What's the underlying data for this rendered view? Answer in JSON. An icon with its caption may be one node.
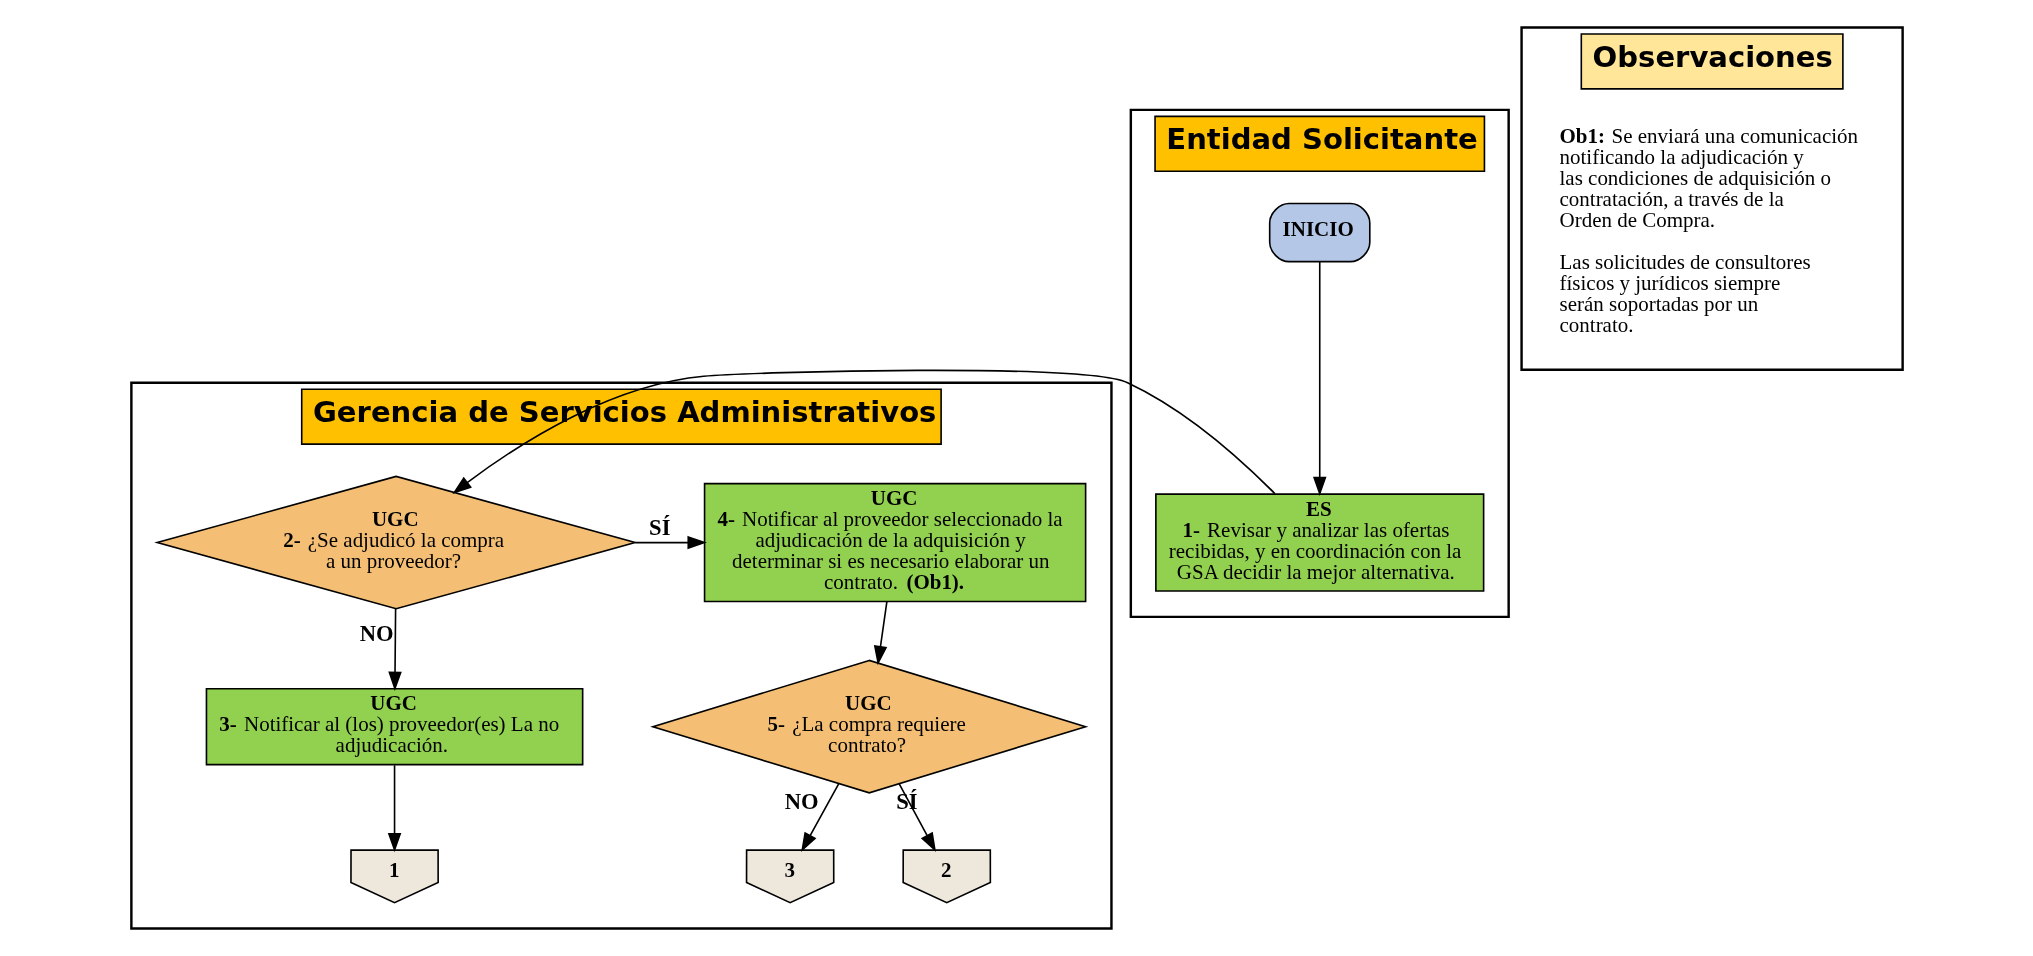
{
  "diagram": {
    "nodes": [
      {
        "text": [
          "Gerencia de Servicios Administrativos"
        ]
      },
      {
        "text": [
          "Entidad Solicitante"
        ]
      },
      {
        "text": [
          "Observaciones"
        ]
      },
      {
        "text": [
          "INICIO"
        ],
        "in": 1
      },
      {
        "text": [
          "ES",
          "**1-** Revisar y analizar las ofertas recibidas, y en coordinación con la GSA decidir la mejor alternativa."
        ],
        "in": 1
      },
      {
        "text": [
          "UGC",
          "**2-** ¿Se adjudicó la compra a un proveedor?"
        ],
        "in": 0
      },
      {
        "text": [
          "UGC",
          "**4-** Notificar al proveedor seleccionado la adjudicación de la adquisición y determinar si es necesario elaborar un contrato. **(Ob1).**"
        ],
        "in": 0
      },
      {
        "text": [
          "UGC",
          "**3-** Notificar al (los) proveedor(es) La no adjudicación."
        ],
        "in": 0
      },
      {
        "text": [
          "UGC",
          "**5-** ¿La compra requiere contrato?"
        ],
        "in": 0
      },
      {
        "text": [
          "1"
        ],
        "in": 0
      },
      {
        "text": [
          "2"
        ],
        "in": 0
      },
      {
        "text": [
          "3"
        ],
        "in": 0
      },
      {
        "text": [
          "**Ob1:** Se enviará una comunicación notificando la adjudicación y las condiciones de adquisición o contratación, a través de la Orden de Compra.",
          "Las solicitudes de consultores físicos y jurídicos siempre serán soportadas por un contrato."
        ],
        "in": 2
      }
    ],
    "edges": [
      {
        "from": 3,
        "to": 4,
        "arrow": "to"
      },
      {
        "from": 4,
        "to": 5,
        "arrow": "to"
      },
      {
        "from": 5,
        "to": 6,
        "arrow": "to",
        "label": "SÍ"
      },
      {
        "from": 5,
        "to": 7,
        "arrow": "to",
        "label": "NO"
      },
      {
        "from": 6,
        "to": 8,
        "arrow": "to"
      },
      {
        "from": 7,
        "to": 9,
        "arrow": "to"
      },
      {
        "from": 8,
        "to": 10,
        "arrow": "to",
        "label": "SÍ"
      },
      {
        "from": 8,
        "to": 11,
        "arrow": "to",
        "label": "NO"
      }
    ]
  }
}
